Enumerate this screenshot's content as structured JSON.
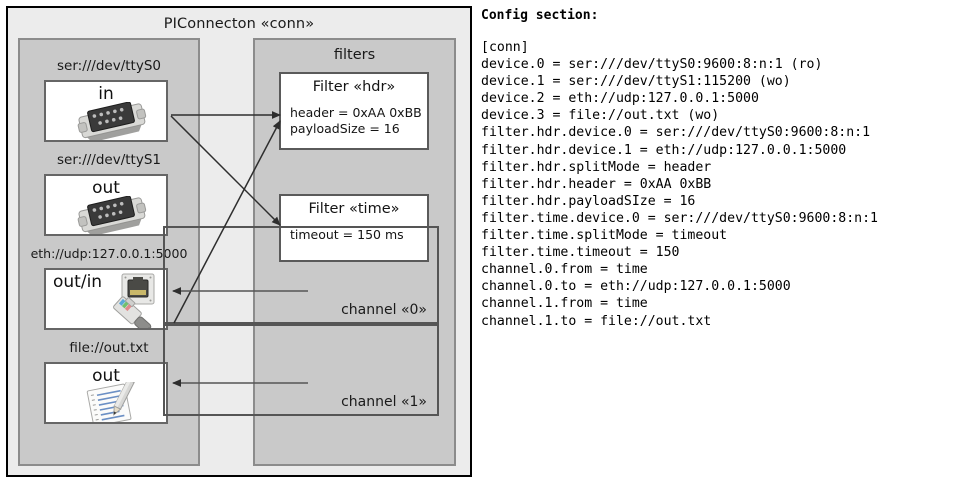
{
  "diagram": {
    "title": "PIConnecton «conn»",
    "devices_panel": {
      "name": "devices"
    },
    "filters_panel": {
      "title": "filters"
    },
    "devices": [
      {
        "caption": "ser:///dev/ttyS0",
        "label": "in",
        "icon": "serial-port-icon"
      },
      {
        "caption": "ser:///dev/ttyS1",
        "label": "out",
        "icon": "serial-port-icon"
      },
      {
        "caption": "eth://udp:127.0.0.1:5000",
        "label": "out/in",
        "icon": "ethernet-jack-icon"
      },
      {
        "caption": "file://out.txt",
        "label": "out",
        "icon": "text-document-icon"
      }
    ],
    "filters": [
      {
        "title": "Filter «hdr»",
        "props": "header = 0xAA 0xBB\npayloadSize = 16"
      },
      {
        "title": "Filter «time»",
        "props": "timeout = 150 ms"
      }
    ],
    "channels": [
      {
        "label": "channel «0»"
      },
      {
        "label": "channel «1»"
      }
    ],
    "colors": {
      "frame_border": "#000000",
      "frame_fill": "#ececec",
      "panel_fill": "#c9c9c9",
      "panel_border": "#8c8c8c",
      "box_fill": "#ffffff",
      "box_border": "#666666",
      "arrow": "#333333"
    }
  },
  "config": {
    "heading": "Config section:",
    "lines": "[conn]\ndevice.0 = ser:///dev/ttyS0:9600:8:n:1 (ro)\ndevice.1 = ser:///dev/ttyS1:115200 (wo)\ndevice.2 = eth://udp:127.0.0.1:5000\ndevice.3 = file://out.txt (wo)\nfilter.hdr.device.0 = ser:///dev/ttyS0:9600:8:n:1\nfilter.hdr.device.1 = eth://udp:127.0.0.1:5000\nfilter.hdr.splitMode = header\nfilter.hdr.header = 0xAA 0xBB\nfilter.hdr.payloadSIze = 16\nfilter.time.device.0 = ser:///dev/ttyS0:9600:8:n:1\nfilter.time.splitMode = timeout\nfilter.time.timeout = 150\nchannel.0.from = time\nchannel.0.to = eth://udp:127.0.0.1:5000\nchannel.1.from = time\nchannel.1.to = file://out.txt"
  }
}
